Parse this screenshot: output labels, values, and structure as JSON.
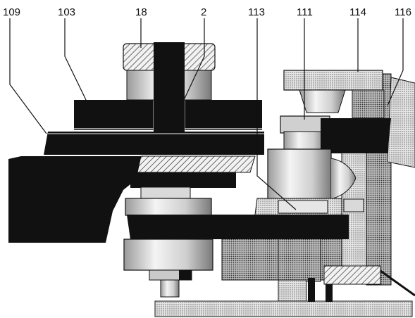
{
  "colors": {
    "ink": "#111111",
    "paper": "#ffffff",
    "stipple_light": "#d6d6d6",
    "stipple_mid": "#b8b8b8",
    "stipple_dark": "#8e8e8e",
    "hatch": "#555555"
  },
  "callouts": [
    {
      "id": "109",
      "label": "109"
    },
    {
      "id": "103",
      "label": "103"
    },
    {
      "id": "18",
      "label": "18"
    },
    {
      "id": "2",
      "label": "2"
    },
    {
      "id": "113",
      "label": "113"
    },
    {
      "id": "111",
      "label": "111"
    },
    {
      "id": "114",
      "label": "114"
    },
    {
      "id": "116",
      "label": "116"
    }
  ]
}
